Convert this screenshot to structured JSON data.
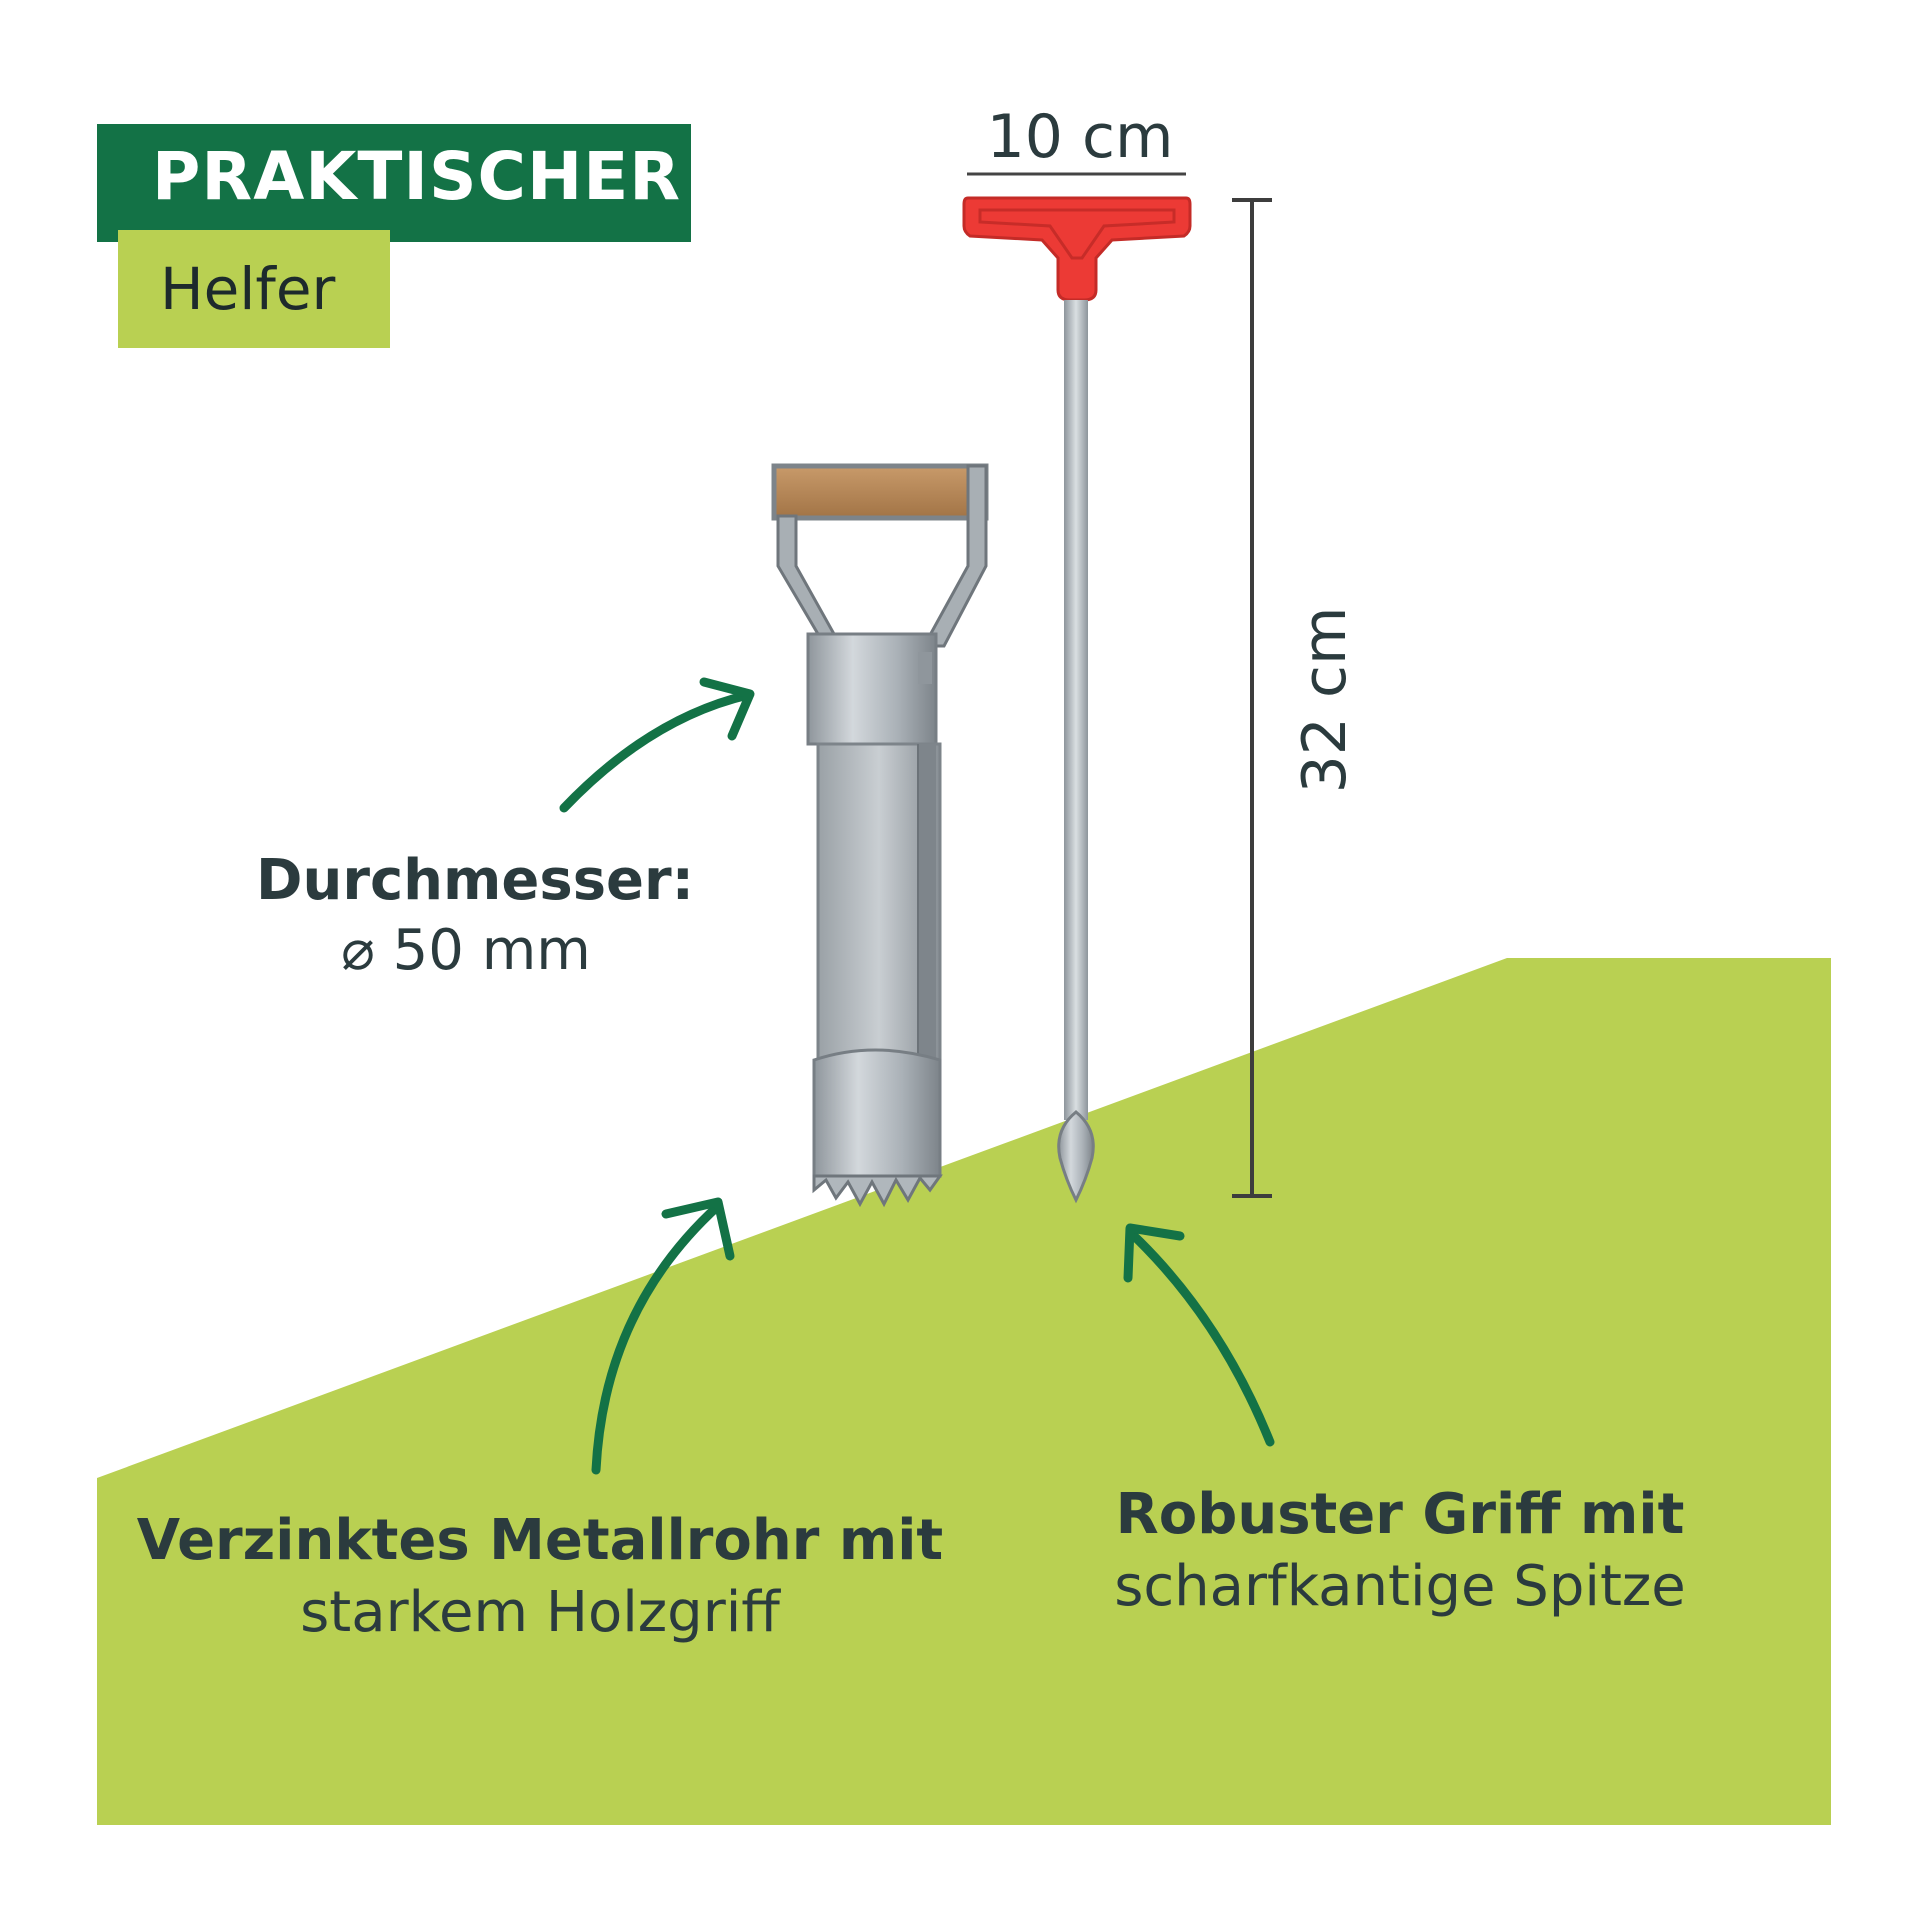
{
  "header": {
    "title": "PRAKTISCHER",
    "subtitle": "Helfer"
  },
  "dimensions": {
    "width": "10 cm",
    "height": "32 cm"
  },
  "diameter": {
    "label": "Durchmesser:",
    "value": "⌀ 50 mm"
  },
  "features": {
    "tube": {
      "title": "Verzinktes Metallrohr mit",
      "subtitle": "starkem Holzgriff"
    },
    "handle": {
      "title": "Robuster Griff mit",
      "subtitle": "scharfkantige Spitze"
    }
  },
  "colors": {
    "dark_green": "#137246",
    "light_green": "#b9d052",
    "text": "#2b3b3e",
    "red_handle": "#ec3a35",
    "wood": "#b98a5c",
    "metal": "#b6bcc1"
  }
}
